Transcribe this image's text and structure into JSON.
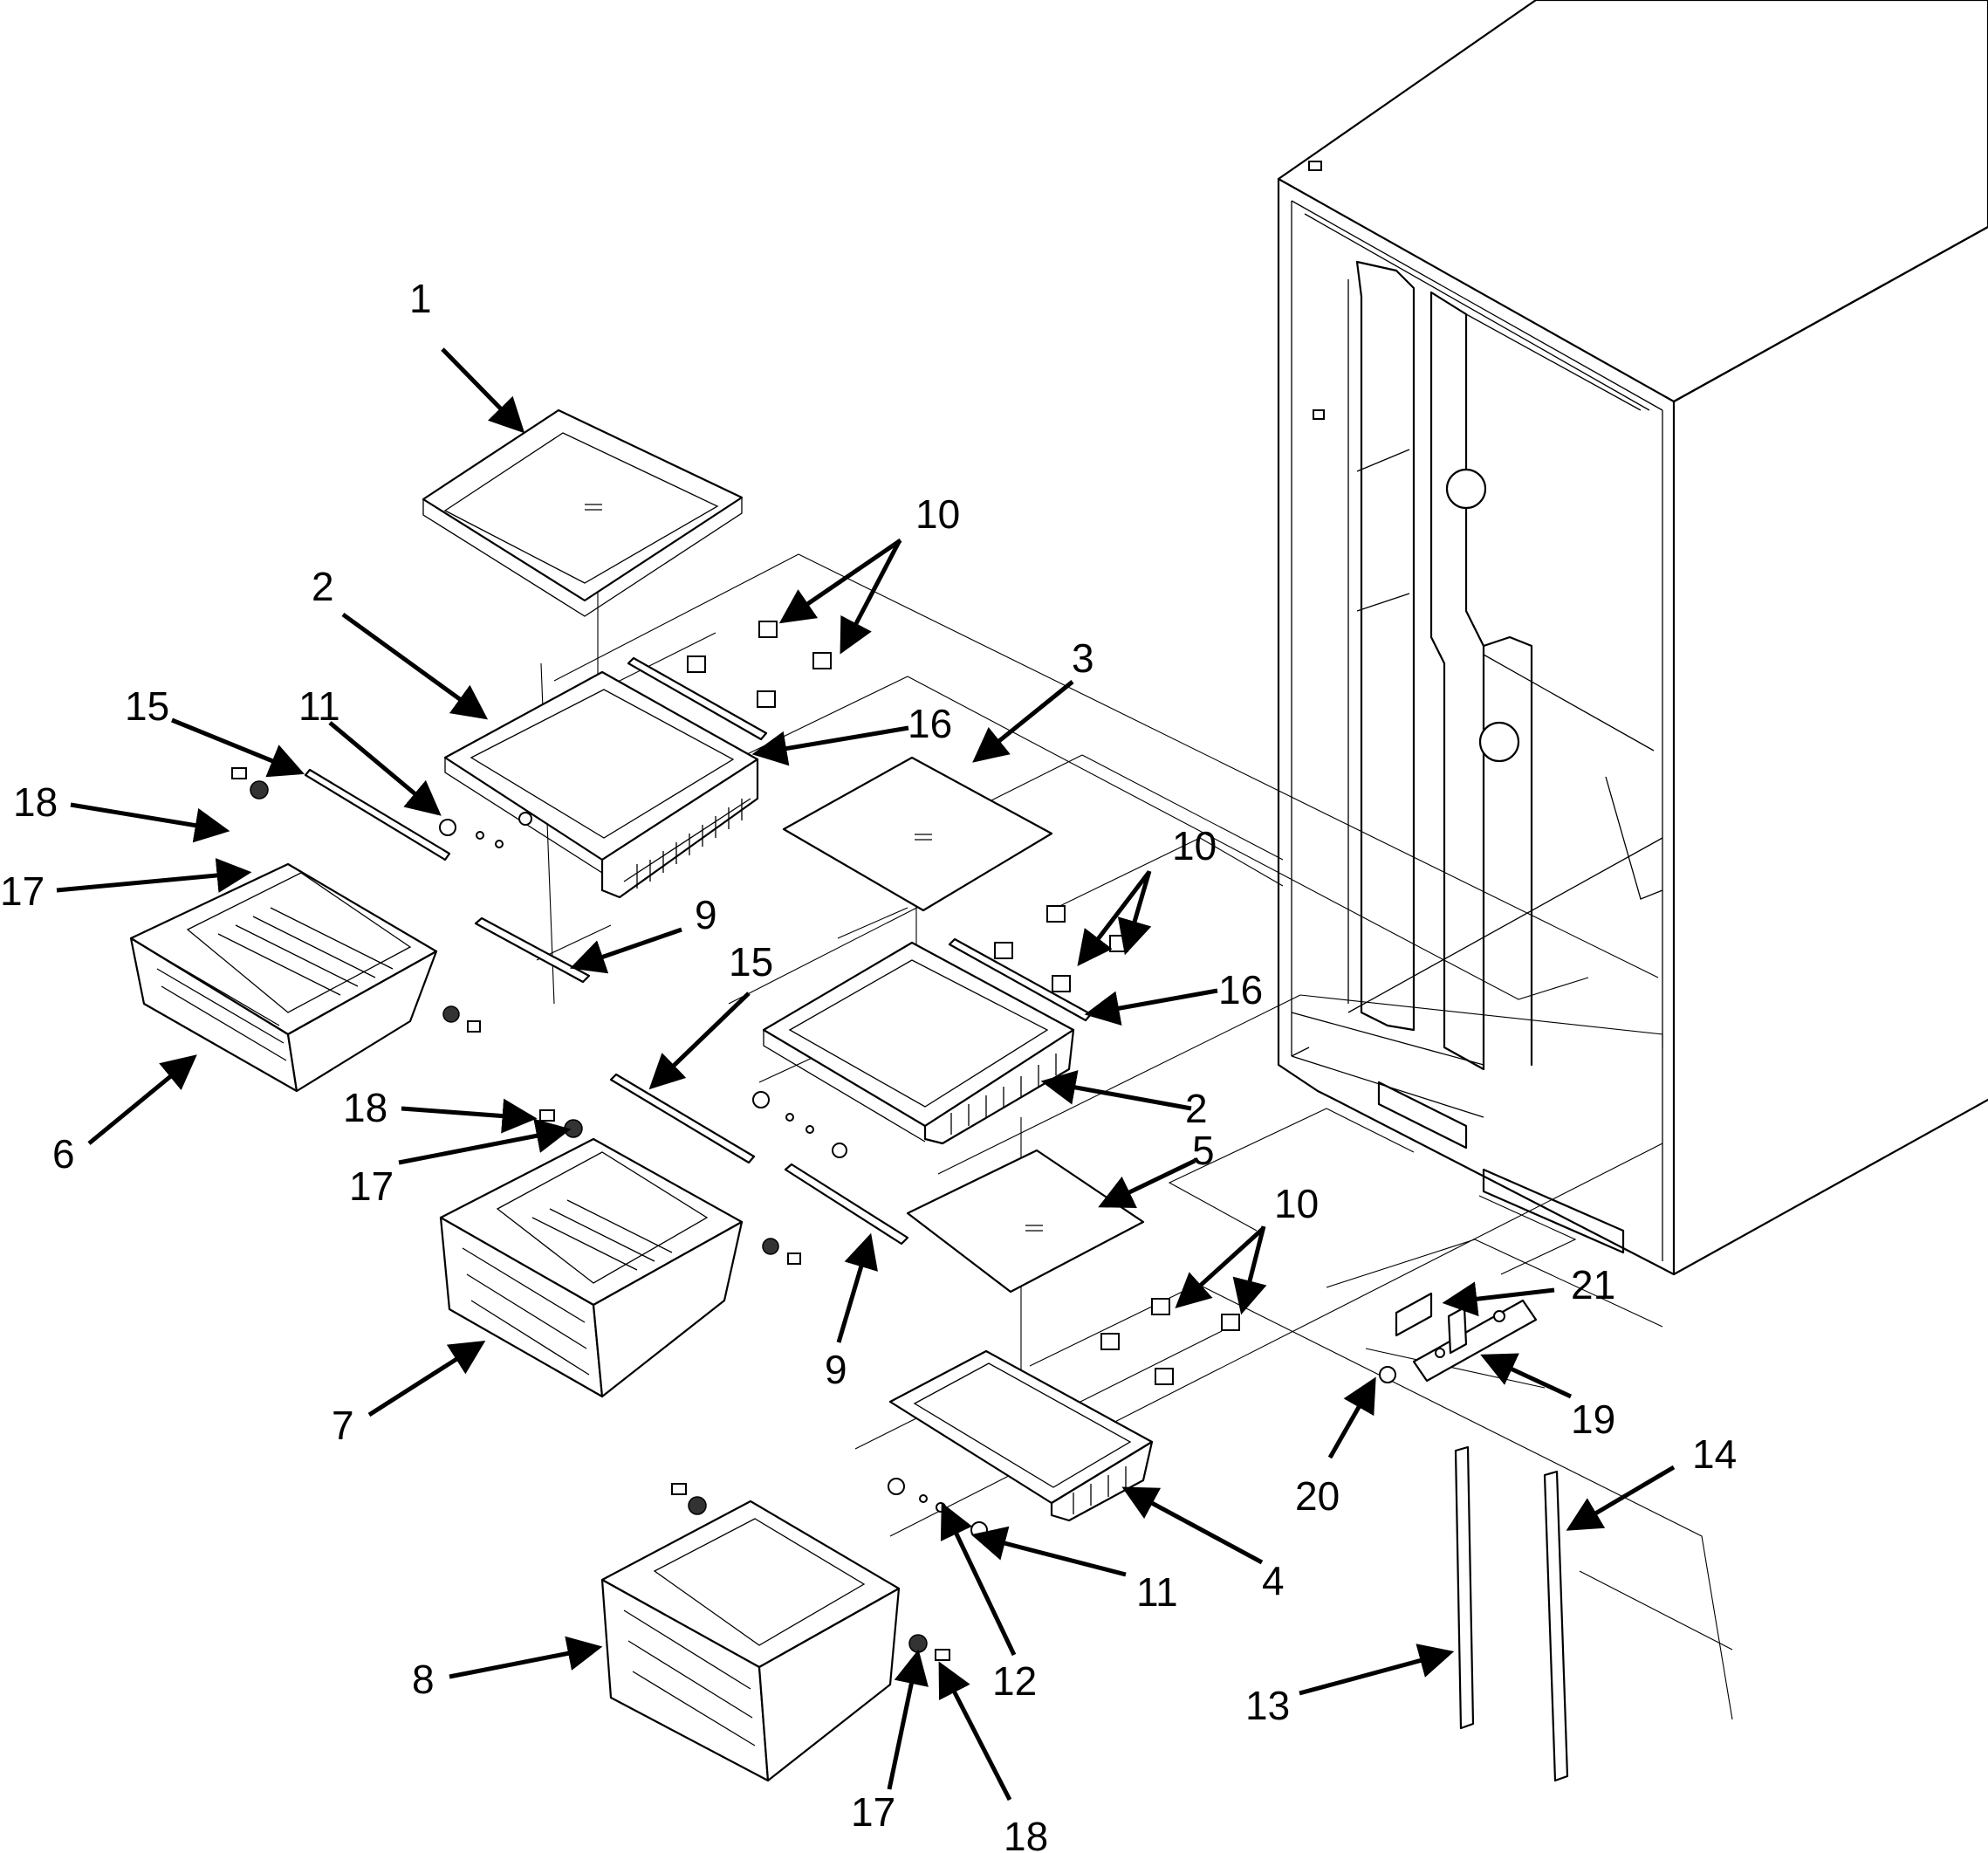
{
  "callouts": [
    {
      "id": "c1",
      "label": "1"
    },
    {
      "id": "c2a",
      "label": "2"
    },
    {
      "id": "c2b",
      "label": "2"
    },
    {
      "id": "c3",
      "label": "3"
    },
    {
      "id": "c4",
      "label": "4"
    },
    {
      "id": "c5",
      "label": "5"
    },
    {
      "id": "c6",
      "label": "6"
    },
    {
      "id": "c7",
      "label": "7"
    },
    {
      "id": "c8",
      "label": "8"
    },
    {
      "id": "c9a",
      "label": "9"
    },
    {
      "id": "c9b",
      "label": "9"
    },
    {
      "id": "c10a",
      "label": "10"
    },
    {
      "id": "c10b",
      "label": "10"
    },
    {
      "id": "c10c",
      "label": "10"
    },
    {
      "id": "c11a",
      "label": "11"
    },
    {
      "id": "c11b",
      "label": "11"
    },
    {
      "id": "c12",
      "label": "12"
    },
    {
      "id": "c13",
      "label": "13"
    },
    {
      "id": "c14",
      "label": "14"
    },
    {
      "id": "c15a",
      "label": "15"
    },
    {
      "id": "c15b",
      "label": "15"
    },
    {
      "id": "c16a",
      "label": "16"
    },
    {
      "id": "c16b",
      "label": "16"
    },
    {
      "id": "c17a",
      "label": "17"
    },
    {
      "id": "c17b",
      "label": "17"
    },
    {
      "id": "c17c",
      "label": "17"
    },
    {
      "id": "c18a",
      "label": "18"
    },
    {
      "id": "c18b",
      "label": "18"
    },
    {
      "id": "c18c",
      "label": "18"
    },
    {
      "id": "c19",
      "label": "19"
    },
    {
      "id": "c20",
      "label": "20"
    },
    {
      "id": "c21",
      "label": "21"
    }
  ]
}
